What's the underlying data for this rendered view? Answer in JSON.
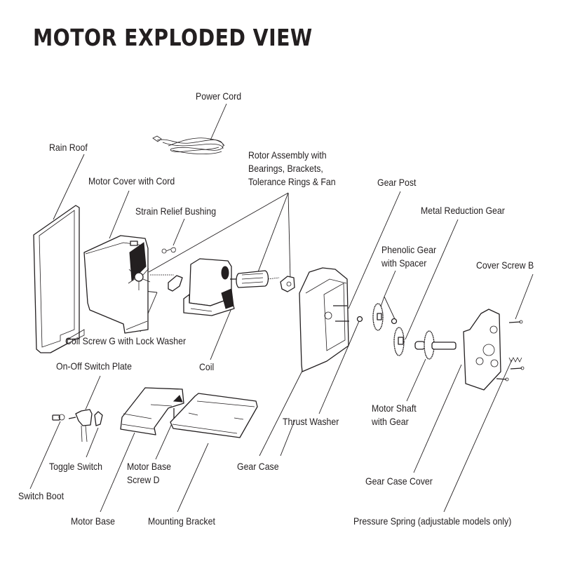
{
  "title": "MOTOR EXPLODED VIEW",
  "parts": {
    "power_cord": "Power Cord",
    "rain_roof": "Rain Roof",
    "motor_cover": "Motor Cover with Cord",
    "strain_relief": "Strain Relief Bushing",
    "rotor_assembly": [
      "Rotor Assembly with",
      "Bearings, Brackets,",
      "Tolerance Rings & Fan"
    ],
    "gear_post": "Gear Post",
    "metal_reduction_gear": "Metal Reduction Gear",
    "phenolic_gear": [
      "Phenolic Gear",
      "with Spacer"
    ],
    "cover_screw_b": "Cover Screw B",
    "coil_screw_g": "Coil Screw G with Lock Washer",
    "coil": "Coil",
    "on_off_switch_plate": "On-Off Switch Plate",
    "thrust_washer": "Thrust Washer",
    "motor_shaft": [
      "Motor Shaft",
      "with Gear"
    ],
    "toggle_switch": "Toggle Switch",
    "motor_base_screw_d": [
      "Motor Base",
      "Screw D"
    ],
    "gear_case": "Gear Case",
    "switch_boot": "Switch Boot",
    "gear_case_cover": "Gear Case Cover",
    "motor_base": "Motor Base",
    "mounting_bracket": "Mounting Bracket",
    "pressure_spring": "Pressure Spring (adjustable models only)"
  }
}
